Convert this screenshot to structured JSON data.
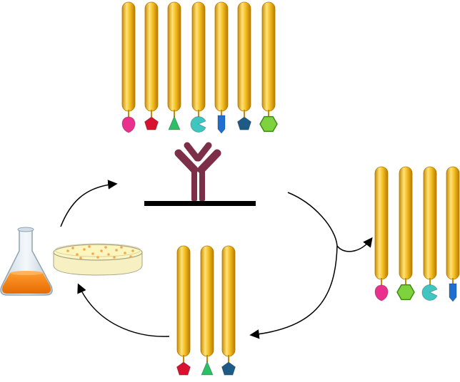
{
  "diagram": {
    "description_labels": [],
    "colors": {
      "phage_body": "#F2B81E",
      "phage_body_light": "#FFE27A",
      "phage_body_dark": "#C98C00",
      "antibody": "#7D2F4A",
      "surface": "#000000",
      "arrow": "#000000",
      "flask_liquid": "#F07C0E",
      "flask_glass": "#E6EEF4",
      "dish_agar": "#FCF6BE",
      "colony": "#F3A84A"
    },
    "library_phages": [
      {
        "peptide": "pink-drop",
        "color": "#E8308C"
      },
      {
        "peptide": "red-pentagon",
        "color": "#D8112E"
      },
      {
        "peptide": "green-triangle",
        "color": "#2DBE66"
      },
      {
        "peptide": "teal-pacman",
        "color": "#3FC6C0"
      },
      {
        "peptide": "blue-rectangle",
        "color": "#1E6FD0"
      },
      {
        "peptide": "navy-pentagon",
        "color": "#1E5A86"
      },
      {
        "peptide": "green-hexagon",
        "color": "#7ED23E"
      }
    ],
    "washed_phages": [
      {
        "peptide": "pink-drop",
        "color": "#E8308C"
      },
      {
        "peptide": "green-hexagon",
        "color": "#7ED23E"
      },
      {
        "peptide": "teal-pacman",
        "color": "#3FC6C0"
      },
      {
        "peptide": "blue-rectangle",
        "color": "#1E6FD0"
      }
    ],
    "eluted_phages": [
      {
        "peptide": "red-pentagon",
        "color": "#D8112E"
      },
      {
        "peptide": "green-triangle",
        "color": "#2DBE66"
      },
      {
        "peptide": "navy-pentagon",
        "color": "#1E5A86"
      }
    ]
  }
}
